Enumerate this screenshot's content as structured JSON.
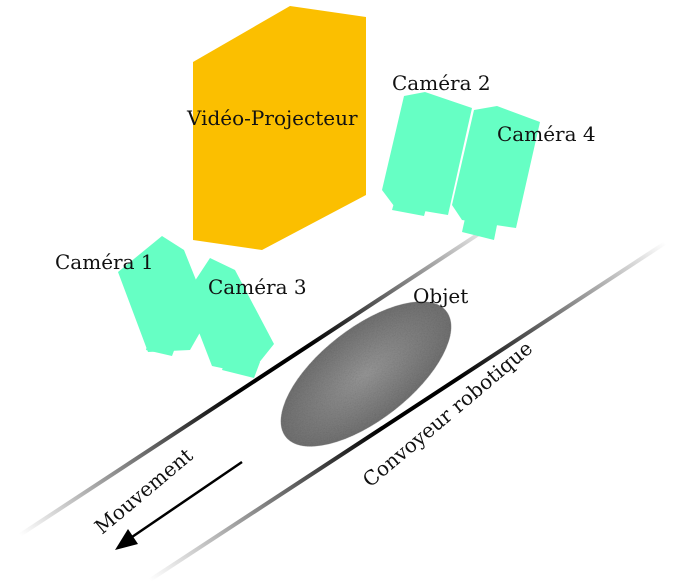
{
  "labels": {
    "projector": "Vidéo-Projecteur",
    "camera1": "Caméra 1",
    "camera2": "Caméra 2",
    "camera3": "Caméra 3",
    "camera4": "Caméra 4",
    "object": "Objet",
    "conveyor": "Convoyeur robotique",
    "movement": "Mouvement"
  },
  "colors": {
    "projector": "#FBBF00",
    "camera": "#66FFC4",
    "object": "#8a8a8a",
    "rail": "#000000"
  }
}
